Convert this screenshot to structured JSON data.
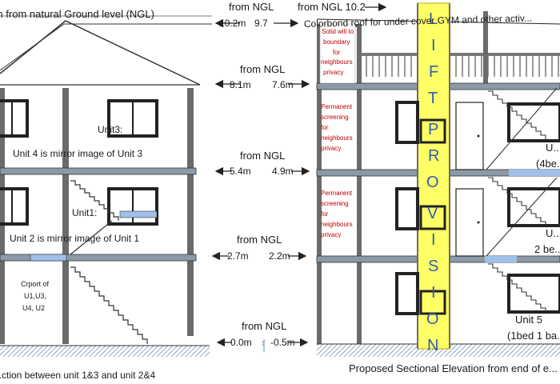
{
  "left": {
    "top_label": "...m from natural Ground level (NGL)",
    "unit3_label": "Unit3:",
    "unit4_label": "Unit 4 is mirror image of Unit 3",
    "unit1_label": "Unit1:",
    "unit2_label": "Unit 2 is mirror image of Unit 1",
    "carport_lines": [
      "Crport of",
      "U1,U3,",
      "U4, U2"
    ],
    "caption": "...ction between unit 1&3 and unit 2&4"
  },
  "middle": {
    "levels": [
      {
        "title": "from NGL",
        "title2": "from NGL 10.2",
        "left": "10.2m",
        "right": "9.7"
      },
      {
        "title": "from NGL",
        "left": "8.1m",
        "right": "7.6m"
      },
      {
        "title": "from NGL",
        "left": "5.4m",
        "right": "4.9m"
      },
      {
        "title": "from NGL",
        "left": "2.7m",
        "right": "2.2m"
      },
      {
        "title": "from NGL",
        "left": "0.0m",
        "right": "-0.5m"
      }
    ]
  },
  "right": {
    "roof_label": "Colorbond roof for under cover GYM and other activ...",
    "solid_wall": [
      "Solid will to",
      "boundary",
      "for",
      "neighbours",
      "privacy"
    ],
    "screen1": [
      "Permanent",
      "screening",
      "for",
      "neighbours",
      "privacy"
    ],
    "screen2": [
      "Permanent",
      "screening",
      "for",
      "neighbours",
      "privacy"
    ],
    "lift_letters": [
      "L",
      "I",
      "F",
      "T",
      "P",
      "R",
      "O",
      "V",
      "I",
      "S",
      "I",
      "O",
      "N"
    ],
    "unit_top": "U...",
    "unit_top_sub": "(4be...",
    "unit_mid": "U...",
    "unit_mid_sub": "2 be...",
    "unit5": "Unit 5",
    "unit5_sub": "(1bed 1 ba...",
    "caption": "Proposed Sectional Elevation from end of e..."
  },
  "colors": {
    "lift": "#ffff66",
    "red_note": "#c00000",
    "wall": "#4a4a4a",
    "slab": "#6f8fb3"
  }
}
